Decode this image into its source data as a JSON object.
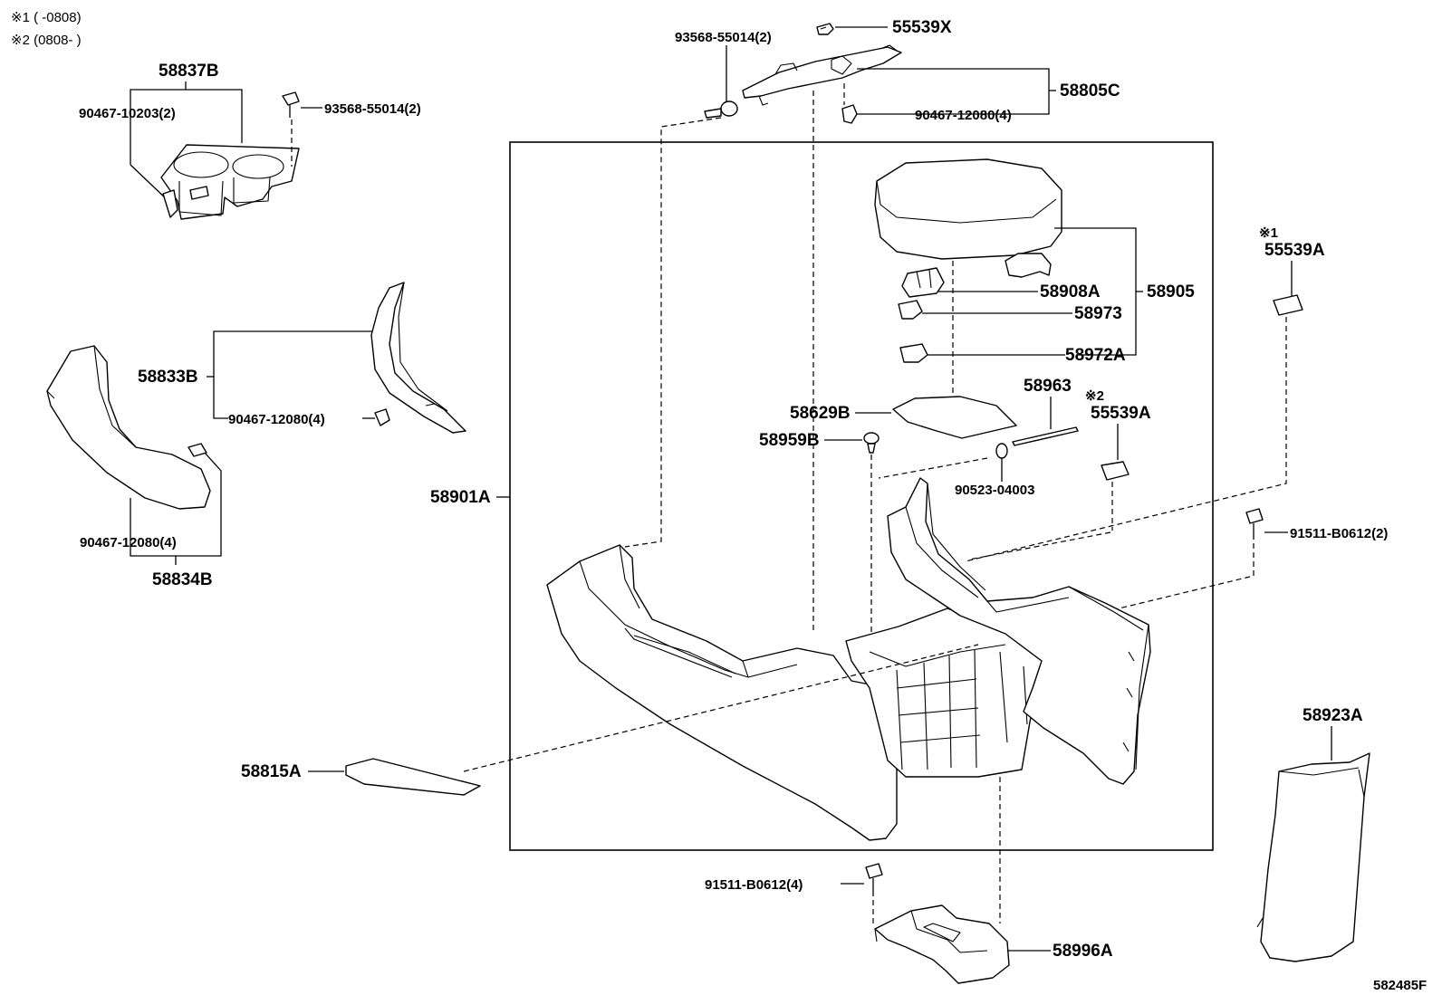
{
  "notes": {
    "note1": "※1 (    -0808)",
    "note2": "※2 (0808-    )"
  },
  "labels": {
    "p55539X": "55539X",
    "p93568_top": "93568-55014(2)",
    "p58805C": "58805C",
    "p90467_top": "90467-12080(4)",
    "p58837B": "58837B",
    "p90467_10203": "90467-10203(2)",
    "p93568_left": "93568-55014(2)",
    "p58833B": "58833B",
    "p90467_mid": "90467-12080(4)",
    "p90467_low": "90467-12080(4)",
    "p58834B": "58834B",
    "p58901A": "58901A",
    "p58908A": "58908A",
    "p58905": "58905",
    "p58973": "58973",
    "p58972A": "58972A",
    "p58963": "58963",
    "p58629B": "58629B",
    "p58959B": "58959B",
    "p90523": "90523-04003",
    "p55539A_1": "55539A",
    "p55539A_2": "55539A",
    "mark1": "※1",
    "mark2": "※2",
    "p91511_right": "91511-B0612(2)",
    "p58815A": "58815A",
    "p58923A": "58923A",
    "p91511_bottom": "91511-B0612(4)",
    "p58996A": "58996A",
    "drawing_no": "582485F"
  }
}
